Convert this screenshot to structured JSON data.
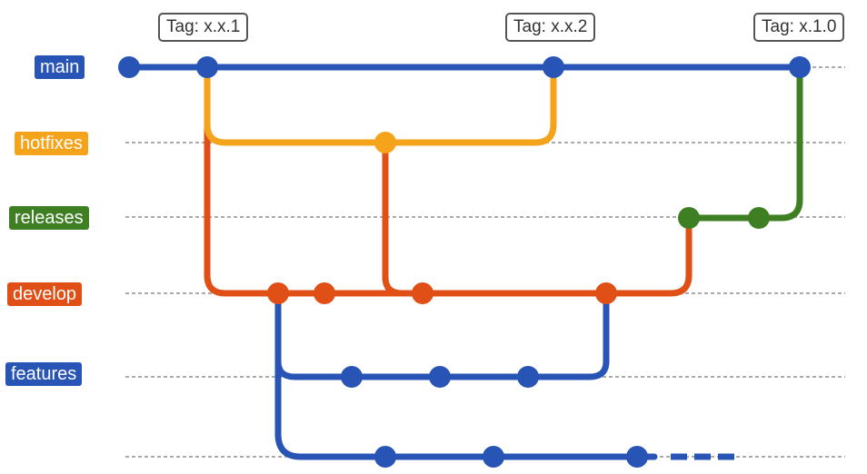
{
  "branches": [
    {
      "id": "main",
      "label": "main",
      "color": "#2855b5"
    },
    {
      "id": "hotfixes",
      "label": "hotfixes",
      "color": "#f5a31a"
    },
    {
      "id": "releases",
      "label": "releases",
      "color": "#3f7f23"
    },
    {
      "id": "develop",
      "label": "develop",
      "color": "#e05016"
    },
    {
      "id": "features",
      "label": "features",
      "color": "#2855b5"
    }
  ],
  "tags": [
    {
      "id": "tag-1",
      "text": "Tag: x.x.1"
    },
    {
      "id": "tag-2",
      "text": "Tag: x.x.2"
    },
    {
      "id": "tag-3",
      "text": "Tag: x.1.0"
    }
  ],
  "colors": {
    "main": "#2855b5",
    "hotfixes": "#f5a31a",
    "releases": "#3f7f23",
    "develop": "#e05016",
    "features": "#2855b5",
    "guide": "#777777"
  }
}
